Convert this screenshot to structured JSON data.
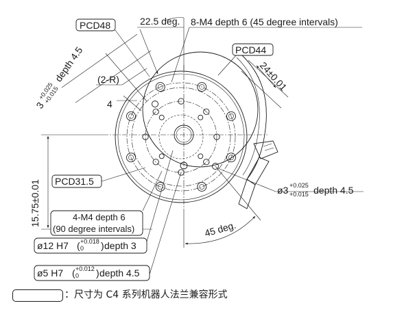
{
  "dimensions": {
    "pcd48": "PCD48",
    "angle_top": "22.5 deg.",
    "m4_holes_top": "8-M4 depth 6 (45 degree intervals)",
    "pcd44": "PCD44",
    "width_24": "24±0.01",
    "radius_2r": "(2-R)",
    "dim_4": "4",
    "hole3_left_main": "3",
    "hole3_left_tol_upper": "+0.025",
    "hole3_left_tol_lower": "+0.015",
    "hole3_left_depth": "depth 4.5",
    "pcd31_5": "PCD31.5",
    "height_15_75": "15.75±0.01",
    "m4_holes_bottom_line1": "4-M4 depth 6",
    "m4_holes_bottom_line2": "(90 degree intervals)",
    "bore12_main": "ø12 H7",
    "bore12_tol_upper": "+0.018",
    "bore12_tol_lower": "0",
    "bore12_depth": "depth 3",
    "bore5_main": "ø5 H7",
    "bore5_tol_upper": "+0.012",
    "bore5_tol_lower": "0",
    "bore5_depth": "depth 4.5",
    "hole3_right_main": "ø3",
    "hole3_right_tol_upper": "+0.025",
    "hole3_right_tol_lower": "+0.015",
    "hole3_right_depth": "depth 4.5",
    "angle_bottom": "45 deg."
  },
  "legend": {
    "text": "：尺寸为 C4 系列机器人法兰兼容形式"
  }
}
